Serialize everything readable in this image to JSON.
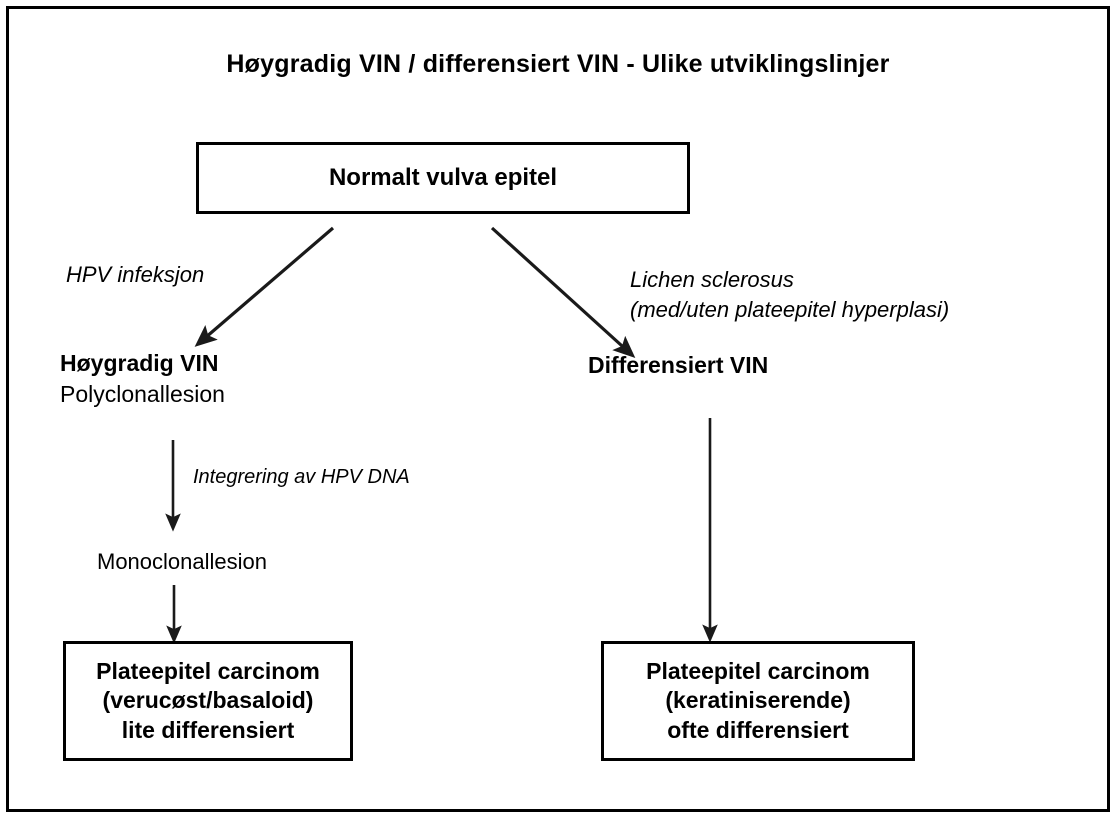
{
  "diagram": {
    "title": "Høygradig  VIN / differensiert VIN - Ulike utviklingslinjer",
    "border_color": "#000000",
    "background_color": "#ffffff",
    "text_color": "#000000",
    "type": "flowchart",
    "nodes": {
      "normal_epithelium": {
        "label": "Normalt vulva epitel",
        "style": "box"
      },
      "high_grade_vin": {
        "line1": "Høygradig  VIN",
        "line2": "Polyclonallesion",
        "style": "plain-text"
      },
      "differentiated_vin": {
        "label": "Differensiert VIN",
        "style": "plain-text"
      },
      "monoclonal_lesion": {
        "label": "Monoclonallesion",
        "style": "plain-text"
      },
      "carcinoma_left": {
        "line1": "Plateepitel carcinom",
        "line2": "(verucøst/basaloid)",
        "line3": "lite differensiert",
        "style": "box"
      },
      "carcinoma_right": {
        "line1": "Plateepitel  carcinom",
        "line2": "(keratiniserende)",
        "line3": "ofte differensiert",
        "style": "box"
      }
    },
    "edge_labels": {
      "hpv_infection": "HPV infeksjon",
      "lichen_line1": "Lichen sclerosus",
      "lichen_line2": "(med/uten plateepitel hyperplasi)",
      "hpv_integration": "Integrering av HPV DNA"
    }
  }
}
